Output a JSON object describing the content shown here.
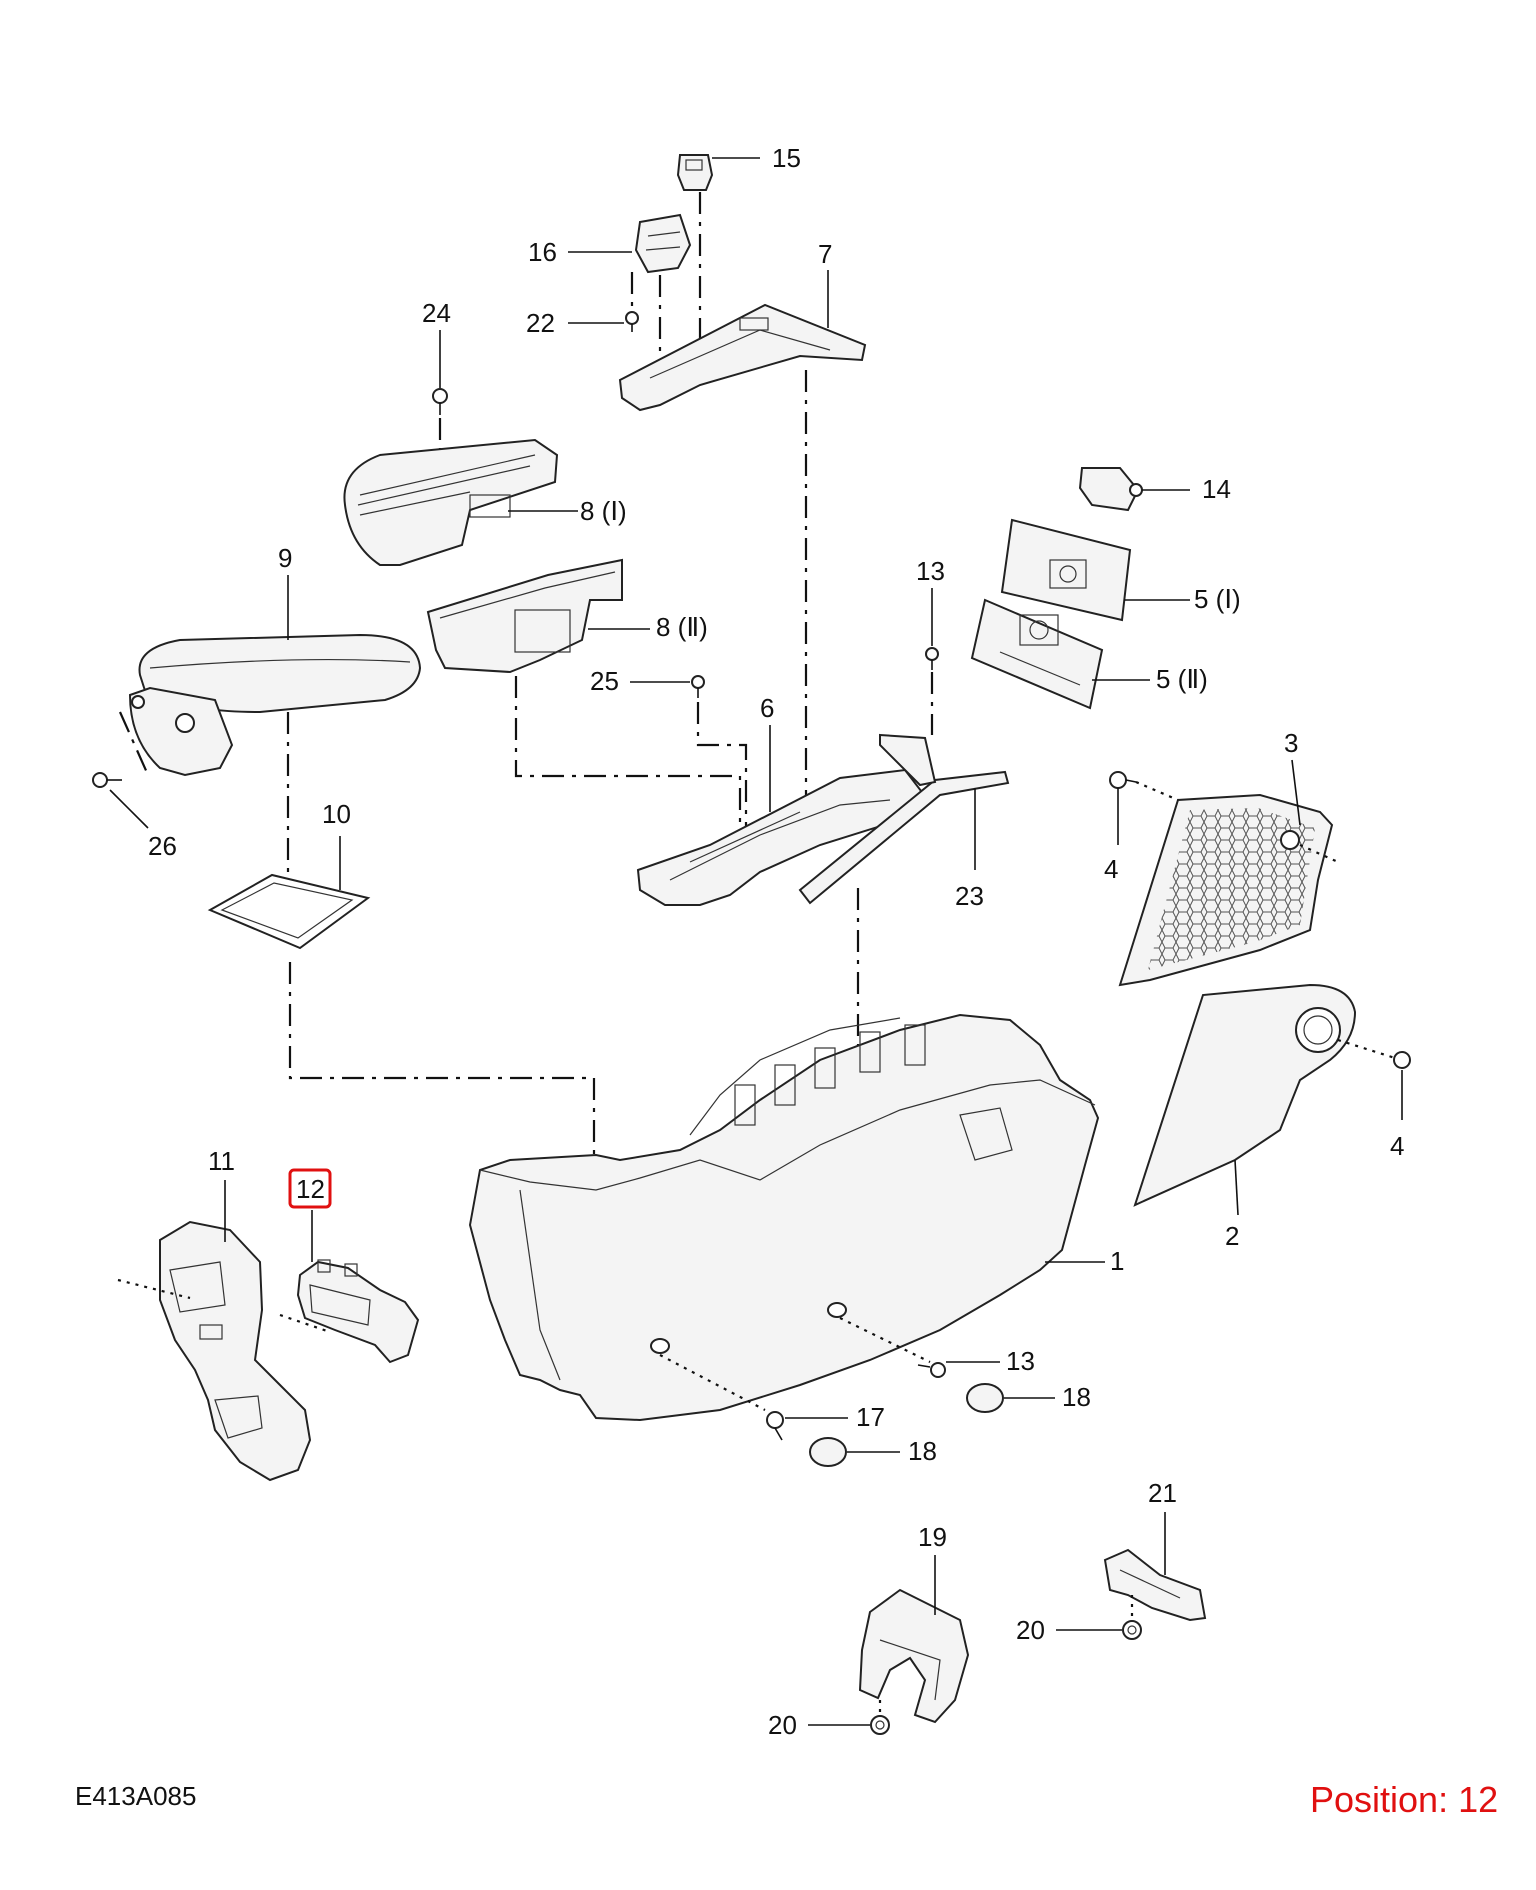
{
  "diagram_code": "E413A085",
  "position_text": "Position: 12",
  "highlighted_callout": "12",
  "highlight_color": "#e01010",
  "callouts": {
    "c1": "1",
    "c2": "2",
    "c3": "3",
    "c4a": "4",
    "c4b": "4",
    "c5i": "5 (Ⅰ)",
    "c5ii": "5 (Ⅱ)",
    "c6": "6",
    "c7": "7",
    "c8i": "8 (Ⅰ)",
    "c8ii": "8 (Ⅱ)",
    "c9": "9",
    "c10": "10",
    "c11": "11",
    "c12": "12",
    "c13a": "13",
    "c13b": "13",
    "c14": "14",
    "c15": "15",
    "c16": "16",
    "c17": "17",
    "c18a": "18",
    "c18b": "18",
    "c19": "19",
    "c20a": "20",
    "c20b": "20",
    "c21": "21",
    "c22": "22",
    "c23": "23",
    "c24": "24",
    "c25": "25",
    "c26": "26"
  }
}
